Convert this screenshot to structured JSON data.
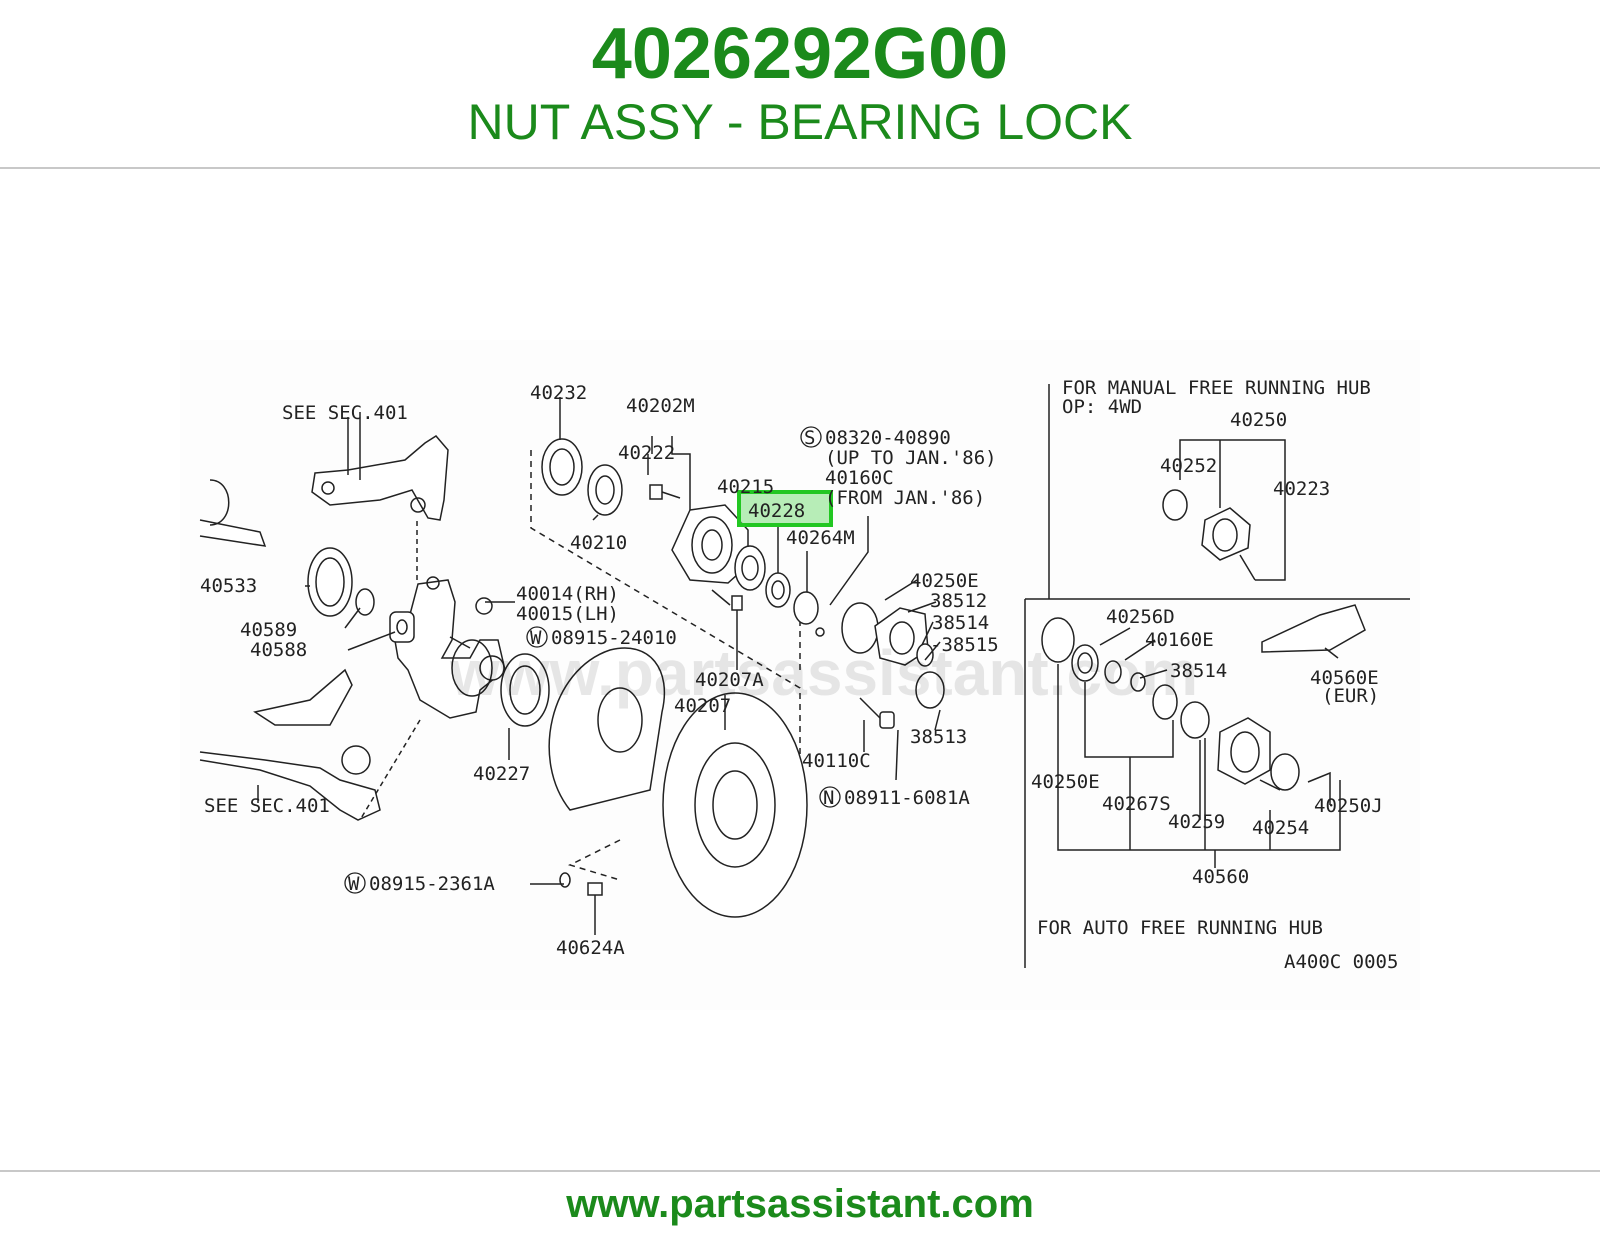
{
  "header": {
    "part_number": "4026292G00",
    "part_description": "NUT ASSY - BEARING LOCK"
  },
  "footer": {
    "url": "www.partsassistant.com"
  },
  "diagram": {
    "watermark": "www.partsassistant.com",
    "highlight_color": "#22c722",
    "highlighted_part": "40228",
    "section_manual": "FOR MANUAL FREE RUNNING HUB",
    "section_manual_op": "OP: 4WD",
    "section_auto": "FOR AUTO FREE RUNNING HUB",
    "drawing_code": "A400C 0005",
    "labels": {
      "see_sec_top": "SEE SEC.401",
      "see_sec_bottom": "SEE SEC.401",
      "p40232": "40232",
      "p40202m": "40202M",
      "p40222": "40222",
      "p40210": "40210",
      "p40215": "40215",
      "p40264m": "40264M",
      "s_code": "08320-40890",
      "s_note": "(UP TO JAN.'86)",
      "p40160c": "40160C",
      "p40160c_note": "(FROM JAN.'86)",
      "p40533": "40533",
      "p40589": "40589",
      "p40588": "40588",
      "p40014": "40014(RH)",
      "p40015": "40015(LH)",
      "w_code1": "08915-24010",
      "p40207a": "40207A",
      "p40207": "40207",
      "p40227": "40227",
      "p40110c": "40110C",
      "n_code": "08911-6081A",
      "w_code2": "08915-2361A",
      "p40624a": "40624A",
      "p40250e_top": "40250E",
      "p38512": "38512",
      "p38514_top": "38514",
      "p38515": "-38515",
      "p38513": "38513",
      "p40250": "40250",
      "p40252": "40252",
      "p40223": "40223",
      "p40256d": "40256D",
      "p40160e": "40160E",
      "p38514_mid": "38514",
      "p40560e": "40560E",
      "p40560e_note": "(EUR)",
      "p40250e_bot": "40250E",
      "p40267s": "40267S",
      "p40259": "40259",
      "p40254": "40254",
      "p40250j": "40250J",
      "p40560": "40560"
    },
    "circle_markers": {
      "s": "S",
      "w": "W",
      "n": "N"
    }
  }
}
